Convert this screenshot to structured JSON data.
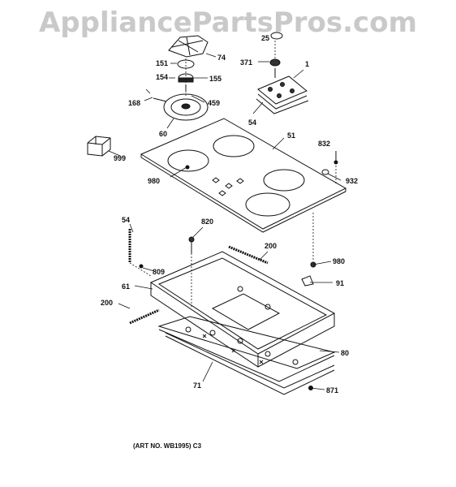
{
  "watermark": "AppliancePartsPros.com",
  "art_number": "(ART NO. WB1995) C3",
  "callouts": {
    "c25": "25",
    "c74": "74",
    "c151": "151",
    "c371": "371",
    "c1": "1",
    "c154": "154",
    "c155": "155",
    "c168": "168",
    "c459": "459",
    "c54a": "54",
    "c60": "60",
    "c51": "51",
    "c832": "832",
    "c999": "999",
    "c980a": "980",
    "c932": "932",
    "c54b": "54",
    "c820": "820",
    "c200a": "200",
    "c980b": "980",
    "c809": "809",
    "c61": "61",
    "c91": "91",
    "c200b": "200",
    "c80": "80",
    "c71": "71",
    "c871": "871"
  }
}
